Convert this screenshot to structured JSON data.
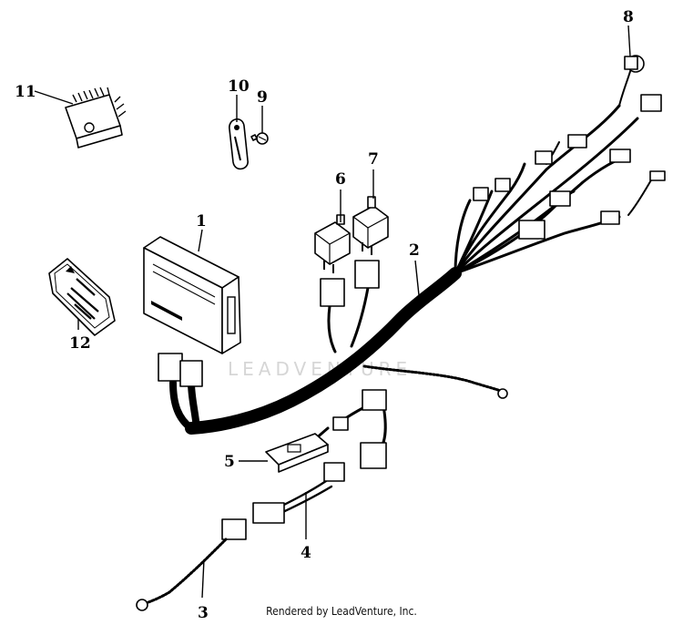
{
  "watermark": "LEADVENTURE",
  "credit": "Rendered by LeadVenture, Inc.",
  "callouts": [
    {
      "id": "1",
      "label": "1"
    },
    {
      "id": "2",
      "label": "2"
    },
    {
      "id": "3",
      "label": "3"
    },
    {
      "id": "4",
      "label": "4"
    },
    {
      "id": "5",
      "label": "5"
    },
    {
      "id": "6",
      "label": "6"
    },
    {
      "id": "7",
      "label": "7"
    },
    {
      "id": "8",
      "label": "8"
    },
    {
      "id": "9",
      "label": "9"
    },
    {
      "id": "10",
      "label": "10"
    },
    {
      "id": "11",
      "label": "11"
    },
    {
      "id": "12",
      "label": "12"
    }
  ]
}
